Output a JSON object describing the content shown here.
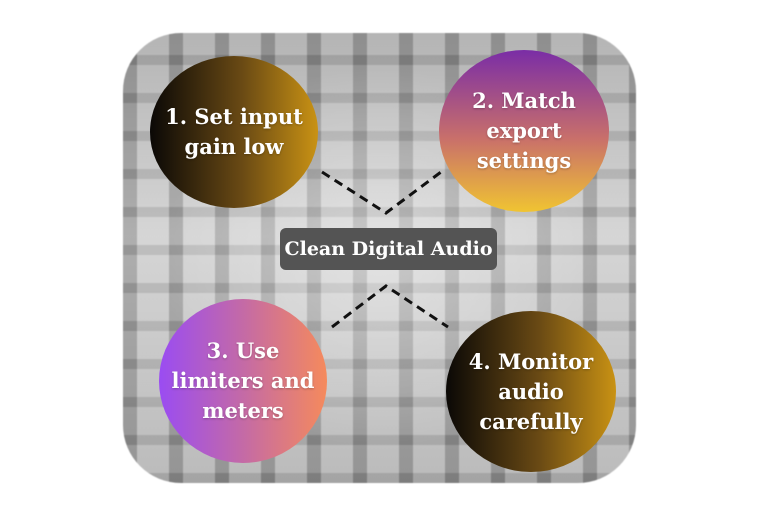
{
  "center": {
    "label": "Clean Digital Audio"
  },
  "steps": [
    {
      "label": "1. Set input\ngain low"
    },
    {
      "label": "2. Match\nexport\nsettings"
    },
    {
      "label": "3. Use\nlimiters and\nmeters"
    },
    {
      "label": "4. Monitor\naudio\ncarefully"
    }
  ],
  "colors": {
    "center_box": "#545454",
    "text": "#ffffff",
    "connector": "#111111"
  }
}
